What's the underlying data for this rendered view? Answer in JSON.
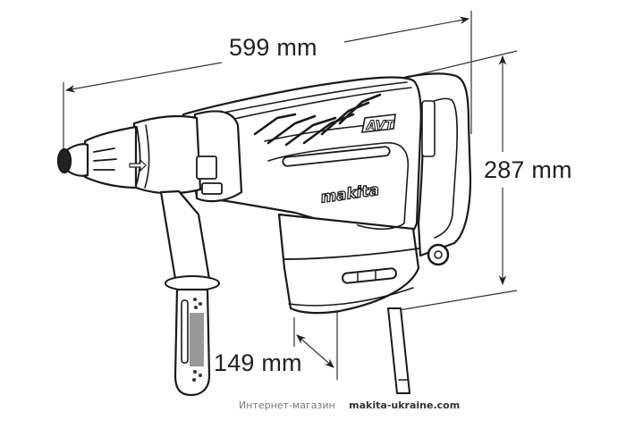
{
  "diagram": {
    "subject": "Makita rotary hammer drill (AVT) dimension drawing",
    "brand_mark": "makita",
    "model_badge": "AVT",
    "dimensions": {
      "length": {
        "value": 599,
        "unit": "mm",
        "label": "599 mm"
      },
      "height": {
        "value": 287,
        "unit": "mm",
        "label": "287 mm"
      },
      "width": {
        "value": 149,
        "unit": "mm",
        "label": "149 mm"
      }
    },
    "line_color": "#222222",
    "background": "#ffffff"
  },
  "footer": {
    "shop_label": "Интернет-магазин",
    "site": "makita-ukraine.com"
  }
}
